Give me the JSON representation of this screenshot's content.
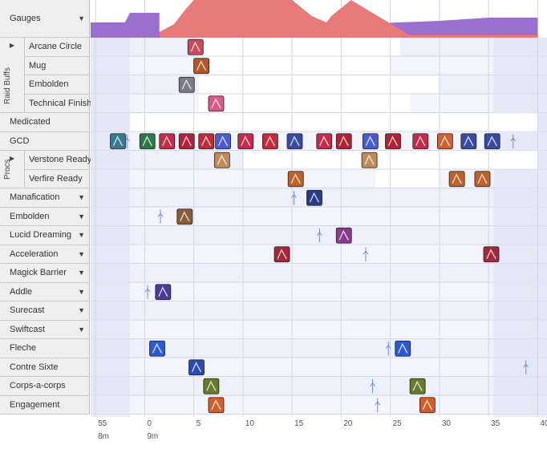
{
  "rows": [
    {
      "key": "gauges",
      "label": "Gauges",
      "dropdown": true
    },
    {
      "key": "arcane_circle",
      "label": "Arcane Circle",
      "group": "raid"
    },
    {
      "key": "mug",
      "label": "Mug",
      "group": "raid"
    },
    {
      "key": "embolden_raid",
      "label": "Embolden",
      "group": "raid"
    },
    {
      "key": "technical_finish",
      "label": "Technical Finish",
      "group": "raid"
    },
    {
      "key": "medicated",
      "label": "Medicated"
    },
    {
      "key": "gcd",
      "label": "GCD"
    },
    {
      "key": "verstone_ready",
      "label": "Verstone Ready",
      "group": "procs"
    },
    {
      "key": "verfire_ready",
      "label": "Verfire Ready",
      "group": "procs"
    },
    {
      "key": "manafication",
      "label": "Manafication",
      "dropdown": true
    },
    {
      "key": "embolden",
      "label": "Embolden",
      "dropdown": true
    },
    {
      "key": "lucid_dreaming",
      "label": "Lucid Dreaming",
      "dropdown": true
    },
    {
      "key": "acceleration",
      "label": "Acceleration",
      "dropdown": true
    },
    {
      "key": "magick_barrier",
      "label": "Magick Barrier",
      "dropdown": true
    },
    {
      "key": "addle",
      "label": "Addle",
      "dropdown": true
    },
    {
      "key": "surecast",
      "label": "Surecast",
      "dropdown": true
    },
    {
      "key": "swiftcast",
      "label": "Swiftcast",
      "dropdown": true
    },
    {
      "key": "fleche",
      "label": "Fleche"
    },
    {
      "key": "contre_sixte",
      "label": "Contre Sixte"
    },
    {
      "key": "corps_a_corps",
      "label": "Corps-a-corps"
    },
    {
      "key": "engagement",
      "label": "Engagement"
    }
  ],
  "groups": {
    "raid": {
      "label": "Raid Buffs"
    },
    "procs": {
      "label": "Procs"
    }
  },
  "dropdown_glyph": "▼",
  "expand_glyph": "▶",
  "time_axis": {
    "ticks": [
      {
        "t": -5,
        "label": "55",
        "sub": "8m"
      },
      {
        "t": 0,
        "label": "0",
        "sub": "9m"
      },
      {
        "t": 5,
        "label": "5"
      },
      {
        "t": 10,
        "label": "10"
      },
      {
        "t": 15,
        "label": "15"
      },
      {
        "t": 20,
        "label": "20"
      },
      {
        "t": 25,
        "label": "25"
      },
      {
        "t": 30,
        "label": "30"
      },
      {
        "t": 35,
        "label": "35"
      },
      {
        "t": 40,
        "label": "40"
      }
    ]
  },
  "colors": {
    "gauge_black": "#9b6fd0",
    "gauge_white": "#e87a7a",
    "row_band": "#eef0fb",
    "row_band_dark": "#e3e7f7",
    "range_fill": "#dde2f5",
    "cast_marker": "#6a8fd6",
    "border": "#c9c9c9"
  },
  "events": {
    "arcane_circle": [
      {
        "t": 4.4,
        "icon": "arcane-circle-icon",
        "color": "#c94a5a"
      }
    ],
    "mug": [
      {
        "t": 5.0,
        "icon": "mug-icon",
        "color": "#b5552a"
      }
    ],
    "embolden_raid": [
      {
        "t": 3.5,
        "icon": "embolden-icon",
        "color": "#7a7a8a"
      }
    ],
    "technical_finish": [
      {
        "t": 6.5,
        "icon": "technical-finish-icon",
        "color": "#d65a8a"
      }
    ],
    "gcd": [
      {
        "t": -3.5,
        "icon": "verthunder-icon",
        "color": "#3b7a8a"
      },
      {
        "t": -0.5,
        "icon": "verholy-icon",
        "color": "#2a7a4a"
      },
      {
        "t": 1.5,
        "icon": "riposte-icon",
        "color": "#c42a4a"
      },
      {
        "t": 3.5,
        "icon": "zwerchhau-icon",
        "color": "#b2223a"
      },
      {
        "t": 5.5,
        "icon": "redoublement-icon",
        "color": "#c02a3a"
      },
      {
        "t": 7.2,
        "icon": "verflare-icon",
        "color": "#4a5ad0"
      },
      {
        "t": 9.5,
        "icon": "scorch-icon",
        "color": "#c42a4a"
      },
      {
        "t": 12,
        "icon": "resolution-icon",
        "color": "#c42a3a"
      },
      {
        "t": 14.5,
        "icon": "jolt-icon",
        "color": "#3a4aa0"
      },
      {
        "t": 17.5,
        "icon": "zwerchhau-icon",
        "color": "#c42a4a"
      },
      {
        "t": 19.5,
        "icon": "riposte-icon",
        "color": "#b02238"
      },
      {
        "t": 22.2,
        "icon": "verflare-icon",
        "color": "#4a5ad0"
      },
      {
        "t": 24.5,
        "icon": "scorch-icon",
        "color": "#b02238"
      },
      {
        "t": 27.3,
        "icon": "resolution-icon",
        "color": "#c42a4a"
      },
      {
        "t": 29.8,
        "icon": "verfire-icon",
        "color": "#d06030"
      },
      {
        "t": 32.2,
        "icon": "jolt-icon",
        "color": "#3a4aa0"
      },
      {
        "t": 34.6,
        "icon": "jolt-icon",
        "color": "#3a4aa0"
      }
    ],
    "verstone_ready": [
      {
        "t": 7.1,
        "icon": "verstone-icon",
        "color": "#c08a5a"
      },
      {
        "t": 22.1,
        "icon": "verstone-icon",
        "color": "#c08a5a"
      }
    ],
    "verfire_ready": [
      {
        "t": 14.6,
        "icon": "verfire-icon",
        "color": "#c0602a"
      },
      {
        "t": 31.0,
        "icon": "verfire-icon",
        "color": "#c0602a"
      },
      {
        "t": 33.6,
        "icon": "verfire-icon",
        "color": "#c0602a"
      }
    ],
    "manafication": [
      {
        "t": 16.5,
        "icon": "manafication-icon",
        "color": "#2a3a8a"
      }
    ],
    "embolden": [
      {
        "t": 3.3,
        "icon": "embolden-icon",
        "color": "#8a5a3a"
      }
    ],
    "lucid_dreaming": [
      {
        "t": 19.5,
        "icon": "lucid-dreaming-icon",
        "color": "#8a3a8a"
      }
    ],
    "acceleration": [
      {
        "t": 13.2,
        "icon": "acceleration-icon",
        "color": "#a02a3a"
      },
      {
        "t": 34.5,
        "icon": "acceleration-icon",
        "color": "#a02a3a"
      }
    ],
    "addle": [
      {
        "t": 1.1,
        "icon": "addle-icon",
        "color": "#4a3a9a"
      }
    ],
    "fleche": [
      {
        "t": 0.5,
        "icon": "fleche-icon",
        "color": "#2a5ad0"
      },
      {
        "t": 25.5,
        "icon": "fleche-icon",
        "color": "#2a5ad0"
      }
    ],
    "contre_sixte": [
      {
        "t": 4.5,
        "icon": "contre-sixte-icon",
        "color": "#2a4ab0"
      }
    ],
    "corps_a_corps": [
      {
        "t": 6.0,
        "icon": "corps-a-corps-icon",
        "color": "#6a7a2a"
      },
      {
        "t": 27.0,
        "icon": "corps-a-corps-icon",
        "color": "#6a7a2a"
      }
    ],
    "engagement": [
      {
        "t": 6.5,
        "icon": "engagement-icon",
        "color": "#d0602a"
      },
      {
        "t": 28.0,
        "icon": "engagement-icon",
        "color": "#d0602a"
      }
    ]
  },
  "casts": {
    "gcd": [
      -1.8,
      0.2,
      37.5
    ],
    "manafication": [
      15.2
    ],
    "embolden": [
      1.6
    ],
    "lucid_dreaming": [
      17.8
    ],
    "acceleration": [
      22.5
    ],
    "addle": [
      0.3
    ],
    "fleche": [
      -6.0,
      24.8
    ],
    "contre_sixte": [
      38.8
    ],
    "corps_a_corps": [
      23.2
    ],
    "engagement": [
      23.7
    ]
  },
  "gauge": {
    "black": [
      [
        -6,
        28
      ],
      [
        -2,
        28
      ],
      [
        -1.5,
        16
      ],
      [
        1.5,
        16
      ],
      [
        1.5,
        40
      ],
      [
        30,
        26
      ],
      [
        35,
        22
      ],
      [
        40,
        22
      ]
    ],
    "white": [
      [
        1.5,
        40
      ],
      [
        3,
        30
      ],
      [
        4,
        14
      ],
      [
        5,
        0
      ],
      [
        15,
        0
      ],
      [
        17,
        20
      ],
      [
        18.5,
        28
      ],
      [
        19,
        20
      ],
      [
        20,
        10
      ],
      [
        21,
        0
      ],
      [
        27,
        44
      ],
      [
        40,
        44
      ]
    ]
  }
}
